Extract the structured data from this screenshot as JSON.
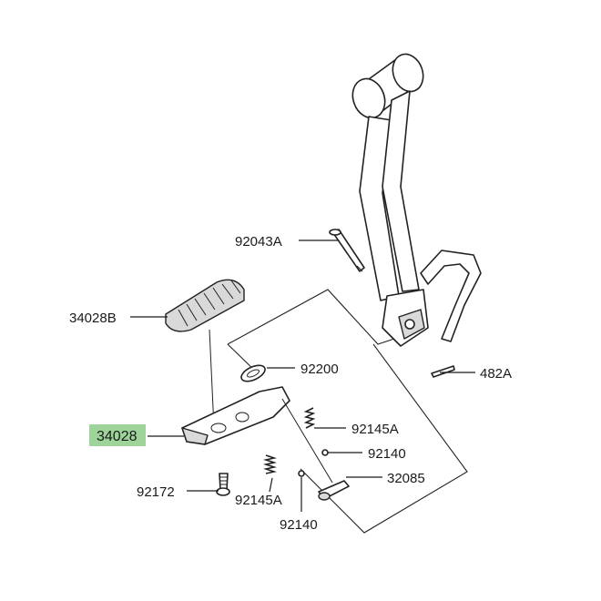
{
  "diagram": {
    "highlight_color": "#9ed49a",
    "parts": [
      {
        "id": "92043A",
        "label": "92043A"
      },
      {
        "id": "34028B",
        "label": "34028B"
      },
      {
        "id": "92200",
        "label": "92200"
      },
      {
        "id": "482A",
        "label": "482A"
      },
      {
        "id": "34028",
        "label": "34028",
        "highlighted": true
      },
      {
        "id": "92145A-right",
        "label": "92145A"
      },
      {
        "id": "92140-right",
        "label": "92140"
      },
      {
        "id": "32085",
        "label": "32085"
      },
      {
        "id": "92172",
        "label": "92172"
      },
      {
        "id": "92145A-bottom",
        "label": "92145A"
      },
      {
        "id": "92140-bottom",
        "label": "92140"
      }
    ]
  }
}
